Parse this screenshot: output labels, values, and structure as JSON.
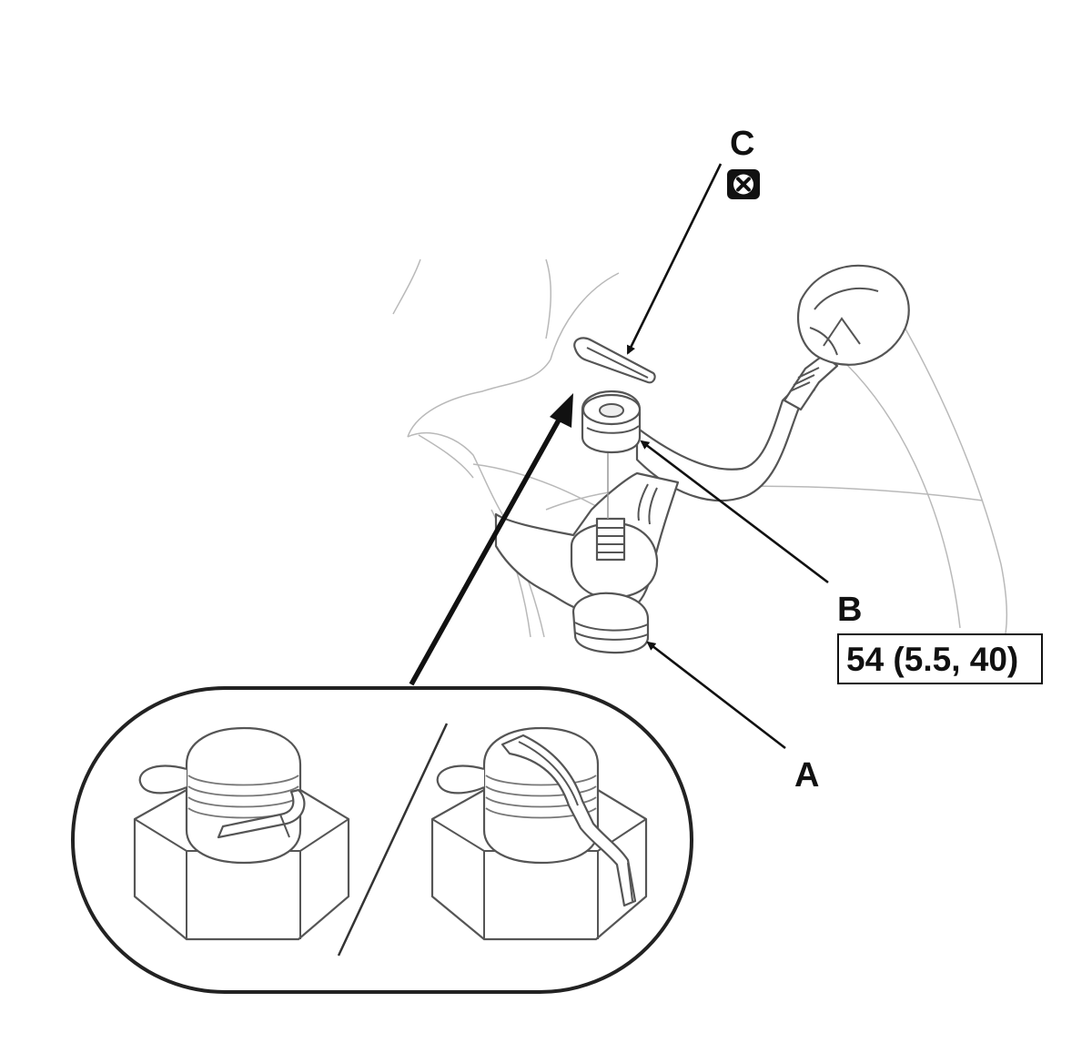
{
  "callouts": {
    "a": "A",
    "b": "B",
    "c": "C"
  },
  "torque_spec": "54 (5.5, 40)",
  "icons": {
    "replace_symbol": "boxed-x-icon"
  },
  "colors": {
    "ink": "#111111",
    "part_outline": "#555555",
    "background_lines": "#b9b9b9",
    "background": "#ffffff"
  }
}
